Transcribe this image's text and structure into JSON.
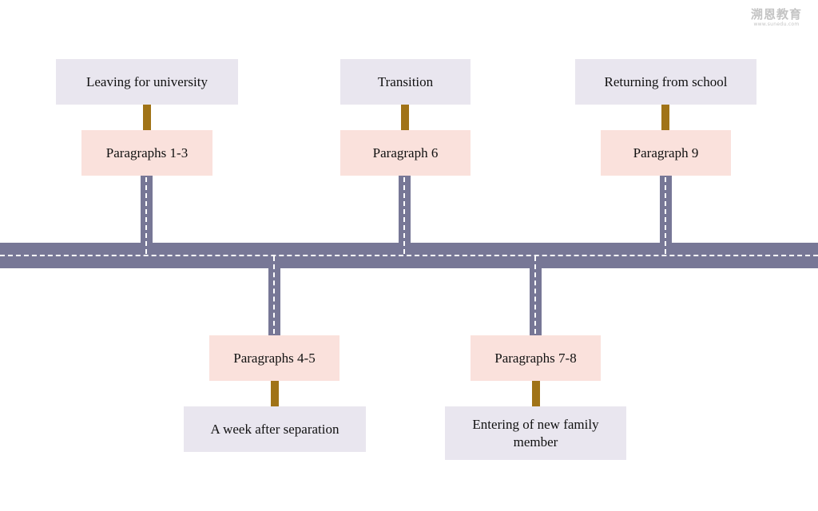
{
  "logo": {
    "brand": "溯恩教育",
    "url": "www.sunedu.com"
  },
  "timeline": {
    "top_row": [
      {
        "event": "Leaving for university",
        "paragraphs": "Paragraphs 1-3"
      },
      {
        "event": "Transition",
        "paragraphs": "Paragraph 6"
      },
      {
        "event": "Returning from school",
        "paragraphs": "Paragraph 9"
      }
    ],
    "bottom_row": [
      {
        "paragraphs": "Paragraphs 4-5",
        "event": "A week after separation"
      },
      {
        "paragraphs": "Paragraphs 7-8",
        "event": "Entering of new family member"
      }
    ]
  },
  "colors": {
    "road": "#777796",
    "stem": "#a07317",
    "event_box": "#e9e6ef",
    "paragraph_box": "#fae1dc"
  }
}
